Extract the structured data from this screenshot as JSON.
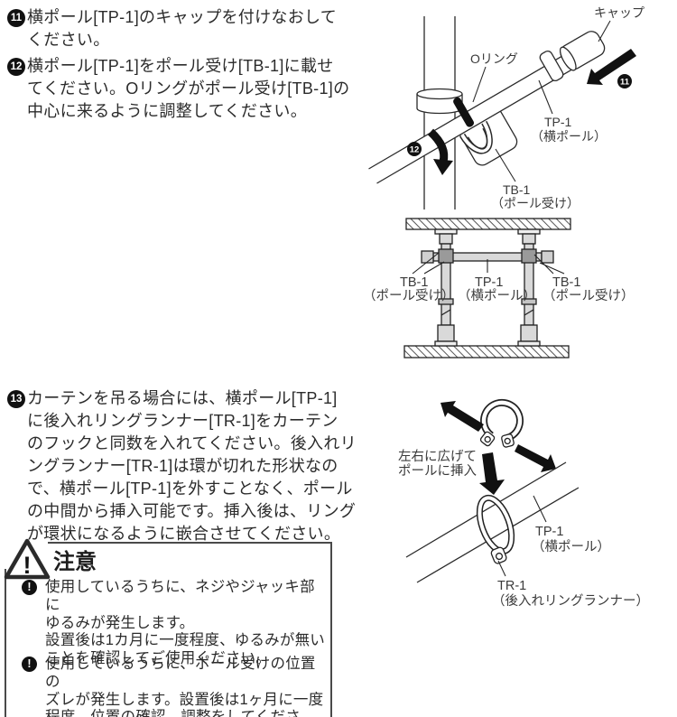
{
  "steps": {
    "s11": {
      "num": "11",
      "lines": [
        "横ポール[TP-1]のキャップを付けなおして",
        "ください。"
      ]
    },
    "s12": {
      "num": "12",
      "lines": [
        "横ポール[TP-1]をポール受け[TB-1]に載せ",
        "てください。Oリングがポール受け[TB-1]の",
        "中心に来るように調整してください。"
      ]
    },
    "s13": {
      "num": "13",
      "lines": [
        "カーテンを吊る場合には、横ポール[TP-1]",
        "に後入れリングランナー[TR-1]をカーテン",
        "のフックと同数を入れてください。後入れリ",
        "ングランナー[TR-1]は環が切れた形状なの",
        "で、横ポール[TP-1]を外すことなく、ポール",
        "の中間から挿入可能です。挿入後は、リング",
        "が環状になるように嵌合させてください。"
      ]
    }
  },
  "caution": {
    "title": "注意",
    "warning_mark": "!",
    "items": [
      {
        "mark": "!",
        "lines": [
          "使用しているうちに、ネジやジャッキ部に",
          "ゆるみが発生します。",
          "設置後は1カ月に一度程度、ゆるみが無い",
          "ことを確認してご使用ください。"
        ]
      },
      {
        "mark": "!",
        "lines": [
          "使用しているうちに、ポール受けの位置の",
          "ズレが発生します。設置後は1ヶ月に一度",
          "程度、位置の確認、調整をしてください。"
        ]
      }
    ]
  },
  "diagram1": {
    "cap_label": "キャップ",
    "oring_label": "Oリング",
    "tp1_label": "TP-1",
    "tp1_sub": "（横ポール）",
    "tb1_label": "TB-1",
    "tb1_sub": "（ポール受け）",
    "badge11": "11",
    "badge12": "12"
  },
  "diagram2": {
    "tb1_left": "TB-1",
    "tb1_left_sub": "（ポール受け）",
    "tp1": "TP-1",
    "tp1_sub": "（横ポール）",
    "tb1_right": "TB-1",
    "tb1_right_sub": "（ポール受け）"
  },
  "diagram3": {
    "spread_l1": "左右に広げて",
    "spread_l2": "ポールに挿入",
    "tp1": "TP-1",
    "tp1_sub": "（横ポール）",
    "tr1": "TR-1",
    "tr1_sub": "（後入れリングランナー）"
  },
  "colors": {
    "ink": "#2b2b2b",
    "line": "#2a2a2a",
    "fill_light": "#d9d9d9",
    "fill_mid": "#9a9a9a",
    "black": "#111111"
  }
}
